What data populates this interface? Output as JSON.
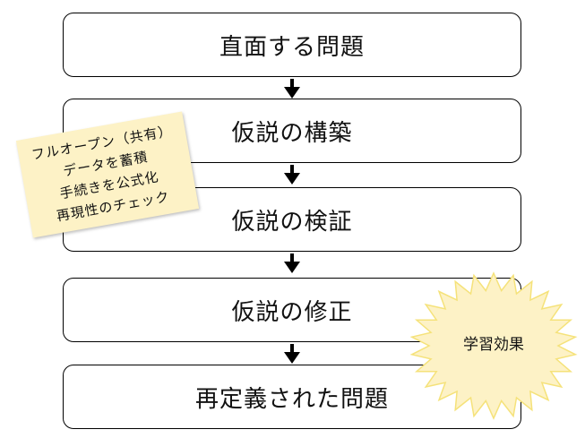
{
  "steps": [
    {
      "label": "直面する問題"
    },
    {
      "label": "仮説の構築"
    },
    {
      "label": "仮説の検証"
    },
    {
      "label": "仮説の修正"
    },
    {
      "label": "再定義された問題"
    }
  ],
  "note": {
    "lines": [
      "フルオープン（共有）",
      "データを蓄積",
      "手続きを公式化",
      "再現性のチェック"
    ],
    "background": "#fdf2c6"
  },
  "burst": {
    "label": "学習効果",
    "fill": "#fdf2c6",
    "stroke": "#f5e27a"
  }
}
